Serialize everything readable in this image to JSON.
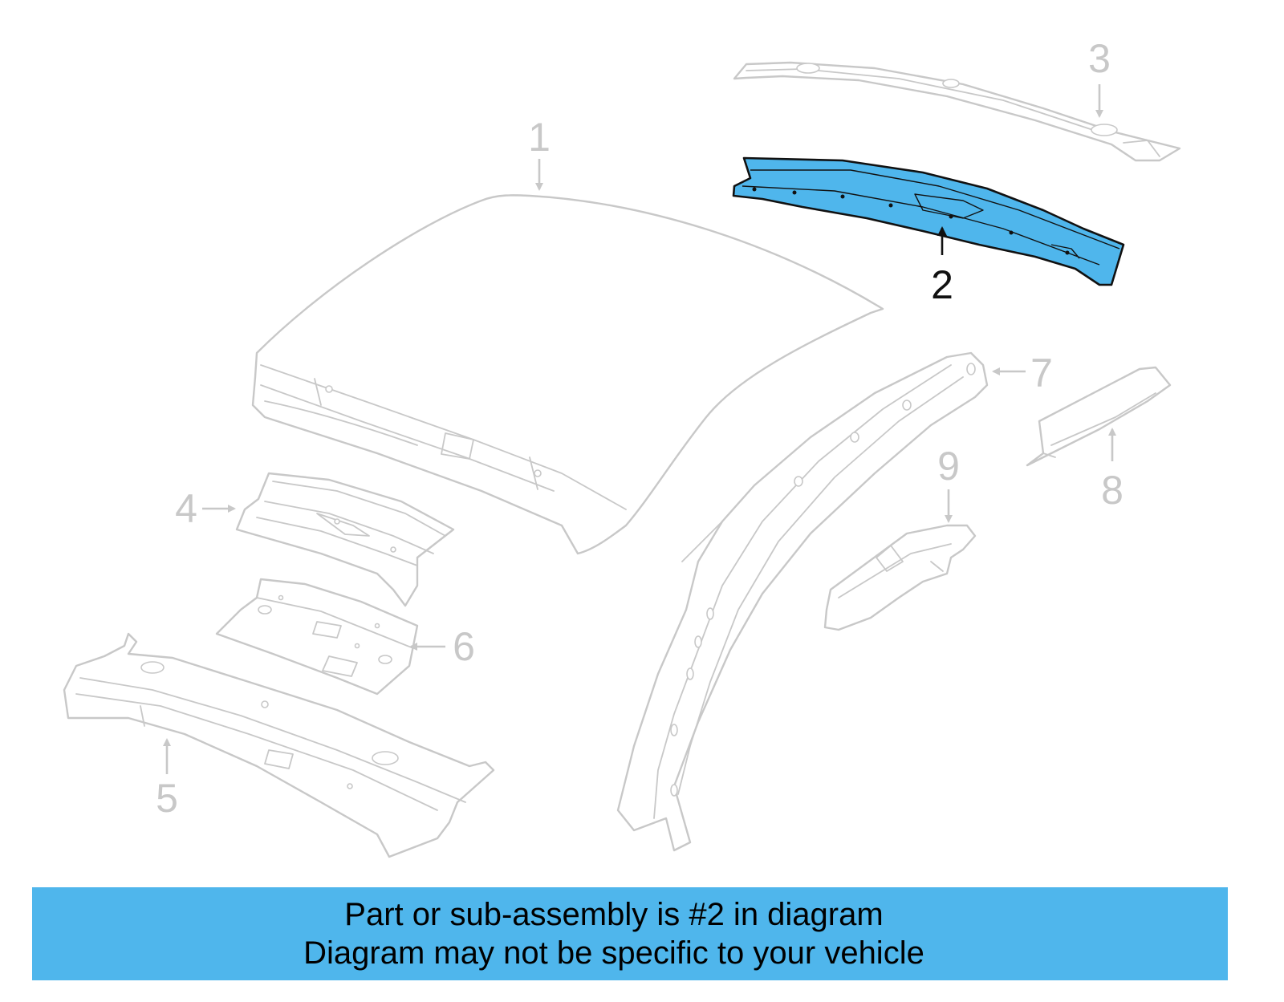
{
  "diagram": {
    "highlight_color": "#4fb6ec",
    "outline_color": "#c8c8c8",
    "highlighted_callout": "2",
    "callouts": {
      "c1": "1",
      "c2": "2",
      "c3": "3",
      "c4": "4",
      "c5": "5",
      "c6": "6",
      "c7": "7",
      "c8": "8",
      "c9": "9"
    }
  },
  "banner": {
    "line1": "Part or sub-assembly is #2 in diagram",
    "line2": "Diagram may not be specific to your vehicle",
    "color": "#4fb6ec"
  }
}
